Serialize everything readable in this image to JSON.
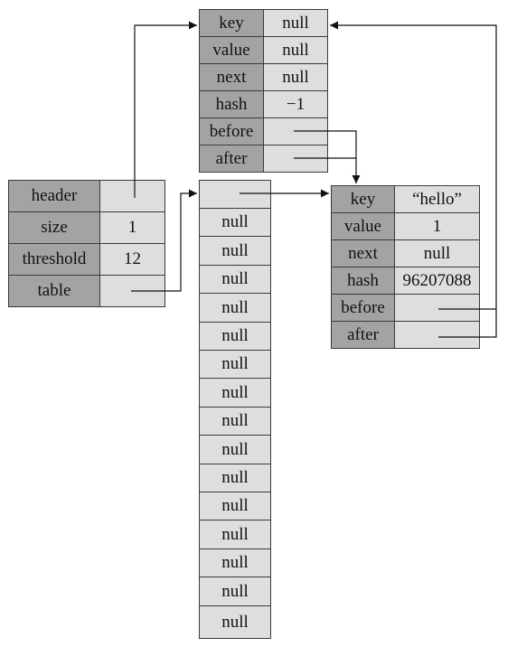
{
  "entry_header": {
    "rows": [
      {
        "label": "key",
        "value": "null"
      },
      {
        "label": "value",
        "value": "null"
      },
      {
        "label": "next",
        "value": "null"
      },
      {
        "label": "hash",
        "value": "−1"
      },
      {
        "label": "before",
        "value": ""
      },
      {
        "label": "after",
        "value": ""
      }
    ]
  },
  "map": {
    "rows": [
      {
        "label": "header",
        "value": ""
      },
      {
        "label": "size",
        "value": "1"
      },
      {
        "label": "threshold",
        "value": "12"
      },
      {
        "label": "table",
        "value": ""
      }
    ]
  },
  "table_array": {
    "first_cell": "",
    "buckets": [
      "null",
      "null",
      "null",
      "null",
      "null",
      "null",
      "null",
      "null",
      "null",
      "null",
      "null",
      "null",
      "null",
      "null",
      "null"
    ]
  },
  "entry_hello": {
    "rows": [
      {
        "label": "key",
        "value": "“hello”"
      },
      {
        "label": "value",
        "value": "1"
      },
      {
        "label": "next",
        "value": "null"
      },
      {
        "label": "hash",
        "value": "96207088"
      },
      {
        "label": "before",
        "value": ""
      },
      {
        "label": "after",
        "value": ""
      }
    ]
  },
  "colors": {
    "label_fill": "#a3a3a3",
    "value_fill": "#dedede",
    "stroke": "#111111"
  }
}
